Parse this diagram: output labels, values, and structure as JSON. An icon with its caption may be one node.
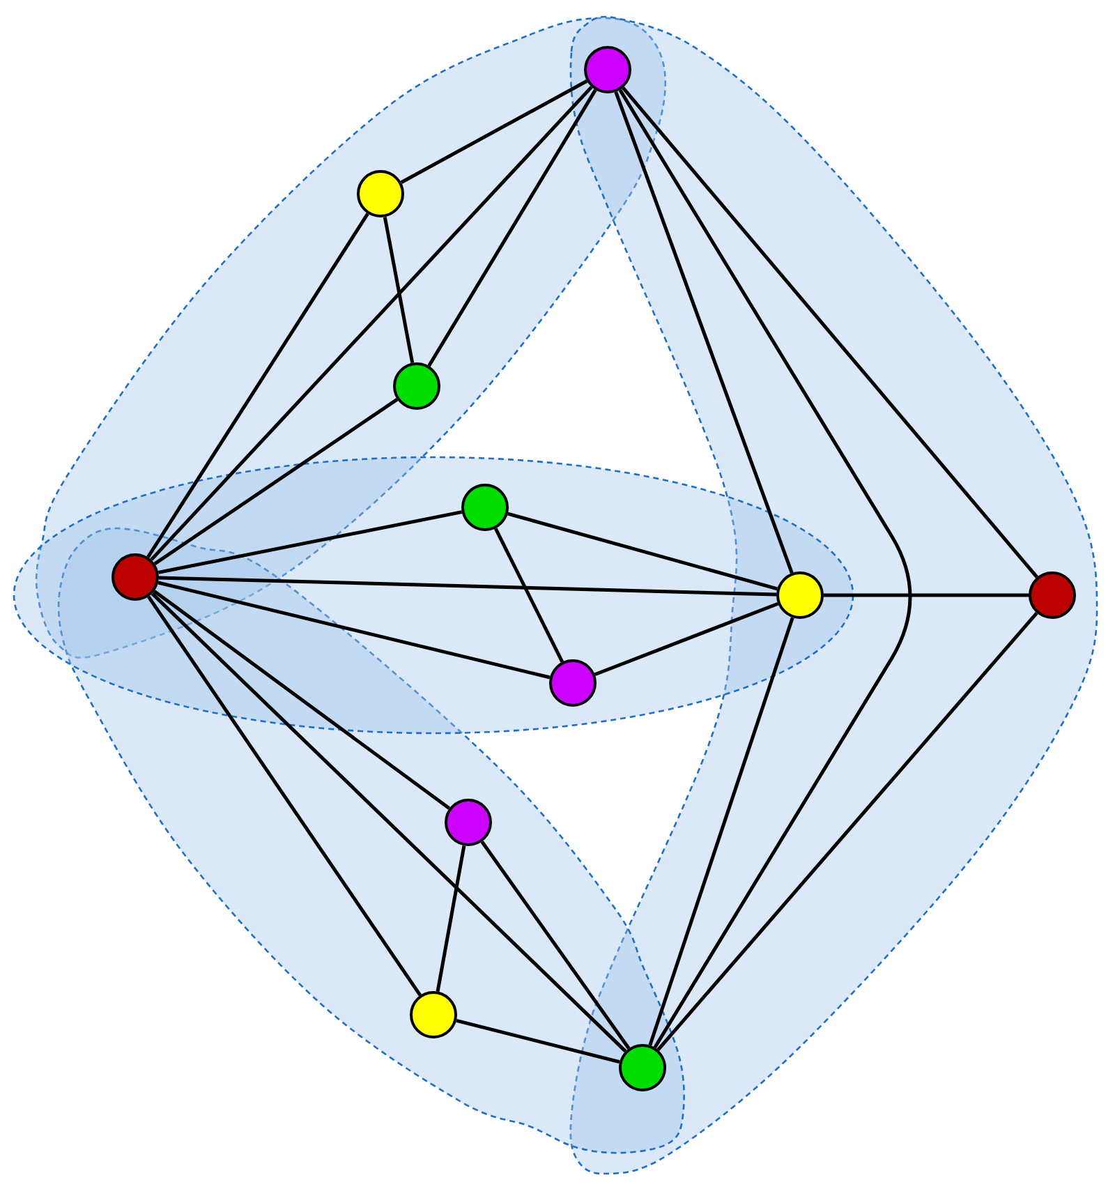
{
  "diagram": {
    "nodes": [
      {
        "text": [],
        "shape": "circle"
      },
      {
        "text": [],
        "shape": "circle"
      },
      {
        "text": [],
        "shape": "circle"
      },
      {
        "text": [],
        "shape": "circle"
      },
      {
        "text": [],
        "shape": "circle"
      },
      {
        "text": [],
        "shape": "circle"
      },
      {
        "text": [],
        "shape": "circle"
      },
      {
        "text": [],
        "shape": "circle"
      },
      {
        "text": [],
        "shape": "circle"
      },
      {
        "text": [],
        "shape": "circle"
      },
      {
        "text": [],
        "shape": "circle"
      }
    ],
    "edges": [
      {
        "from": 0,
        "to": 1,
        "arrow": "none"
      },
      {
        "from": 0,
        "to": 2,
        "arrow": "none"
      },
      {
        "from": 0,
        "to": 4,
        "arrow": "none"
      },
      {
        "from": 0,
        "to": 5,
        "arrow": "none"
      },
      {
        "from": 0,
        "to": 10,
        "arrow": "none"
      },
      {
        "from": 0,
        "to": 6,
        "arrow": "none"
      },
      {
        "from": 1,
        "to": 2,
        "arrow": "none"
      },
      {
        "from": 1,
        "to": 4,
        "arrow": "none"
      },
      {
        "from": 2,
        "to": 4,
        "arrow": "none"
      },
      {
        "from": 3,
        "to": 4,
        "arrow": "none"
      },
      {
        "from": 3,
        "to": 5,
        "arrow": "none"
      },
      {
        "from": 3,
        "to": 7,
        "arrow": "none"
      },
      {
        "from": 4,
        "to": 5,
        "arrow": "none"
      },
      {
        "from": 4,
        "to": 7,
        "arrow": "none"
      },
      {
        "from": 4,
        "to": 8,
        "arrow": "none"
      },
      {
        "from": 4,
        "to": 9,
        "arrow": "none"
      },
      {
        "from": 4,
        "to": 10,
        "arrow": "none"
      },
      {
        "from": 5,
        "to": 6,
        "arrow": "none"
      },
      {
        "from": 5,
        "to": 10,
        "arrow": "none"
      },
      {
        "from": 6,
        "to": 10,
        "arrow": "none"
      },
      {
        "from": 7,
        "to": 5,
        "arrow": "none"
      },
      {
        "from": 8,
        "to": 9,
        "arrow": "none"
      },
      {
        "from": 8,
        "to": 10,
        "arrow": "none"
      },
      {
        "from": 9,
        "to": 10,
        "arrow": "none"
      }
    ]
  }
}
